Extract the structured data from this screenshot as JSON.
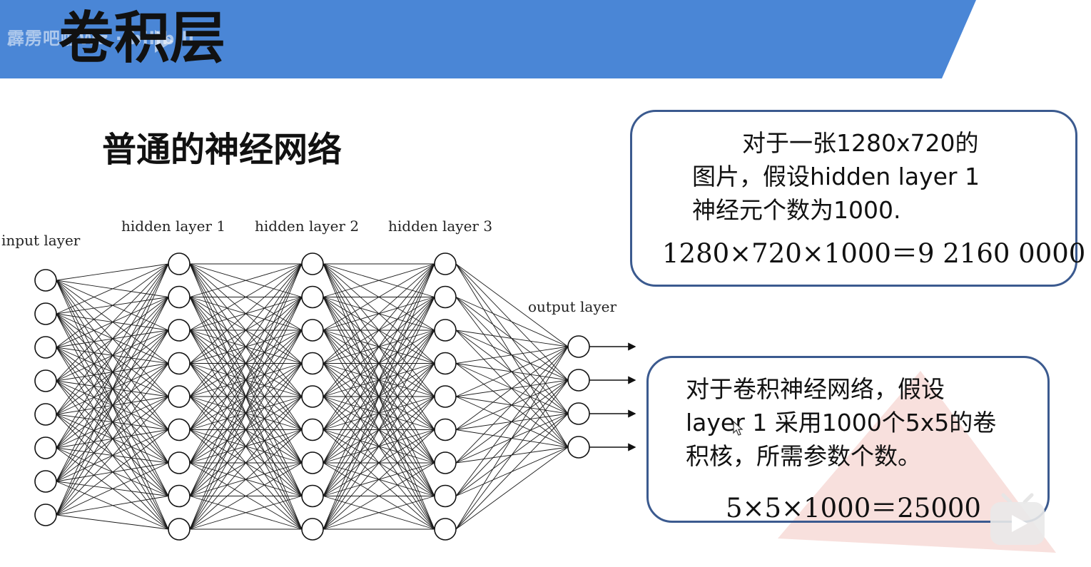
{
  "banner": {
    "watermark": "霹雳吧啦Wz · bilibili",
    "title": "卷积层",
    "color": "#4a86d6"
  },
  "subtitle": "普通的神经网络",
  "network": {
    "labels": {
      "input": "input layer",
      "hidden1": "hidden layer 1",
      "hidden2": "hidden layer 2",
      "hidden3": "hidden layer 3",
      "output": "output layer"
    },
    "neuron_counts": [
      8,
      9,
      9,
      9,
      4
    ]
  },
  "box1": {
    "line1": "对于一张1280x720的",
    "line2": "图片，假设hidden layer 1",
    "line3": "神经元个数为1000.",
    "formula": "1280×720×1000＝9 2160 0000"
  },
  "box2": {
    "line1": "对于卷积神经网络，假设",
    "line2": "layer 1 采用1000个5x5的卷",
    "line3": "积核，所需参数个数。",
    "formula": "5×5×1000＝25000"
  },
  "icons": {
    "play": "play-icon",
    "bilibili": "bilibili-tv-icon",
    "cursor": "mouse-cursor-icon"
  }
}
